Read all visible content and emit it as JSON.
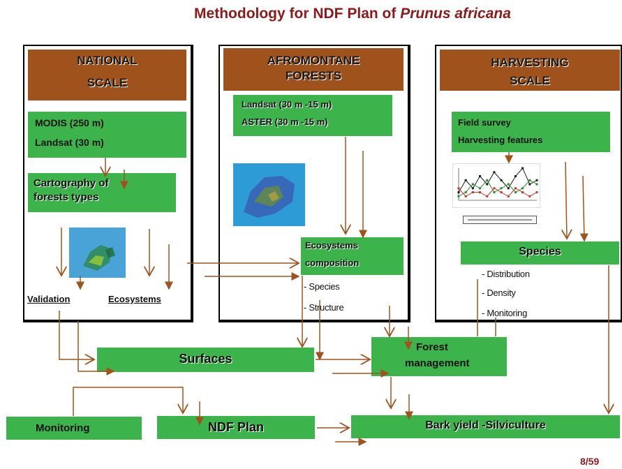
{
  "title": {
    "main": "Methodology for NDF Plan of",
    "species": "Prunus africana"
  },
  "national": {
    "header_line1": "NATIONAL",
    "header_line2": "SCALE",
    "sensor_1": "MODIS (250  m)",
    "sensor_2": "Landsat   (30  m)",
    "carto_line1": "Cartography of",
    "carto_line2": "forests types",
    "validation": "Validation",
    "ecosystems": "Ecosystems"
  },
  "afromontane": {
    "header_line1": "AFROMONTANE",
    "header_line2": "FORESTS",
    "sensor_1": "Landsat  (30 m -15 m)",
    "sensor_2": "ASTER (30 m  -15 m)",
    "eco_line1": "Ecosystems",
    "eco_line2": "composition",
    "item_1": "- Species",
    "item_2": "- Structure"
  },
  "harvesting": {
    "header_line1": "HARVESTING",
    "header_line2": "SCALE",
    "survey_1": "Field survey",
    "survey_2": "Harvesting features",
    "species_label": "Species",
    "item_1": "Distribution",
    "item_2": "Density",
    "item_3": "- Monitoring"
  },
  "bottom": {
    "surfaces": "Surfaces",
    "forest_mgmt_line1": "Forest",
    "forest_mgmt_line2": "management",
    "monitoring": "Monitoring",
    "ndf_plan": "NDF Plan",
    "bark_yield": "Bark yield -Silviculture"
  },
  "page_number": "8/59",
  "colors": {
    "brown": "#a0521c",
    "green": "#3cb44b",
    "title": "#8b1a1a",
    "arrow": "#a0521c"
  },
  "chart_data": {
    "type": "line",
    "series": [
      {
        "values": [
          2,
          5,
          3,
          6,
          4,
          7,
          5,
          3,
          6,
          8,
          4,
          5
        ]
      },
      {
        "values": [
          1,
          2,
          4,
          3,
          5,
          2,
          3,
          4,
          2,
          3,
          5,
          4
        ]
      },
      {
        "values": [
          3,
          1,
          2,
          2,
          1,
          3,
          2,
          1,
          3,
          2,
          1,
          2
        ]
      }
    ]
  }
}
